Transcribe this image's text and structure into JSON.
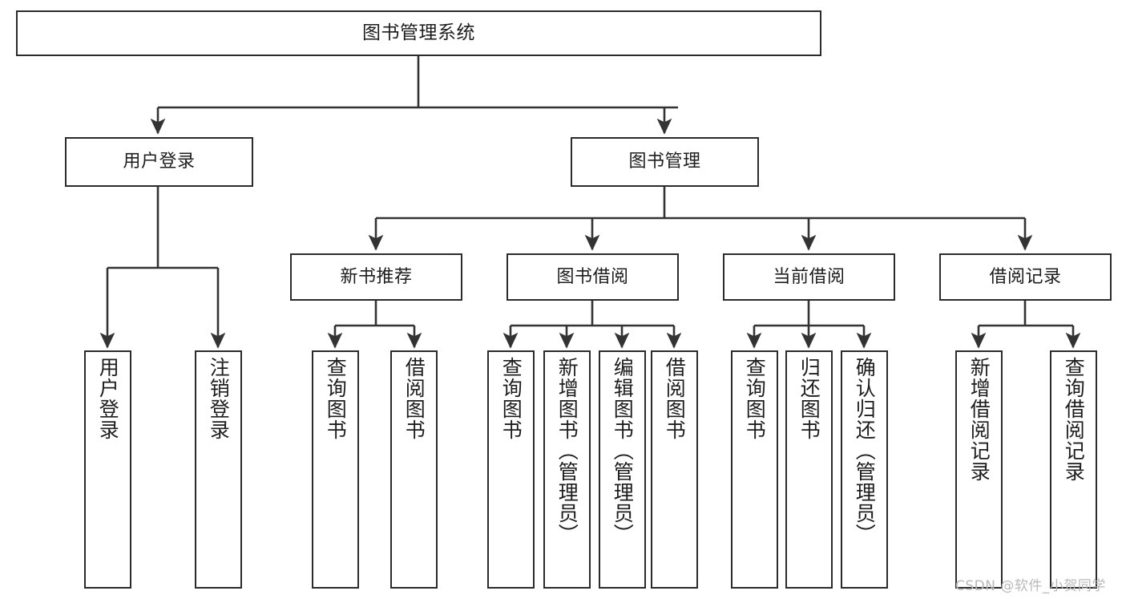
{
  "diagram": {
    "title": "图书管理系统",
    "type": "hierarchy-tree",
    "colors": {
      "node_border": "#2b2b2b",
      "node_fill": "#ffffff",
      "edge": "#333333",
      "text": "#1d1d1d",
      "watermark": "#b9b9b9",
      "background": "#ffffff"
    },
    "nodes": {
      "root": {
        "label": "图书管理系统"
      },
      "tier1": [
        {
          "id": "user-login",
          "label": "用户登录"
        },
        {
          "id": "book-manage",
          "label": "图书管理"
        }
      ],
      "tier2": [
        {
          "id": "new-book-recommend",
          "label": "新书推荐"
        },
        {
          "id": "book-borrow",
          "label": "图书借阅"
        },
        {
          "id": "current-borrow",
          "label": "当前借阅"
        },
        {
          "id": "borrow-record",
          "label": "借阅记录"
        }
      ],
      "leaves": {
        "user-login": [
          {
            "id": "leaf-user-login",
            "label": "用户登录"
          },
          {
            "id": "leaf-logout-login",
            "label": "注销登录"
          }
        ],
        "new-book-recommend": [
          {
            "id": "leaf-query-book-1",
            "label": "查询图书"
          },
          {
            "id": "leaf-borrow-book-1",
            "label": "借阅图书"
          }
        ],
        "book-borrow": [
          {
            "id": "leaf-query-book-2",
            "label": "查询图书"
          },
          {
            "id": "leaf-add-book",
            "label": "新增图书（管理员）"
          },
          {
            "id": "leaf-edit-book",
            "label": "编辑图书（管理员）"
          },
          {
            "id": "leaf-borrow-book-2",
            "label": "借阅图书"
          }
        ],
        "current-borrow": [
          {
            "id": "leaf-query-book-3",
            "label": "查询图书"
          },
          {
            "id": "leaf-return-book",
            "label": "归还图书"
          },
          {
            "id": "leaf-confirm-return",
            "label": "确认归还（管理员）"
          }
        ],
        "borrow-record": [
          {
            "id": "leaf-add-record",
            "label": "新增借阅记录"
          },
          {
            "id": "leaf-query-record",
            "label": "查询借阅记录"
          }
        ]
      }
    },
    "watermark": "CSDN @软件_小贺同学"
  }
}
